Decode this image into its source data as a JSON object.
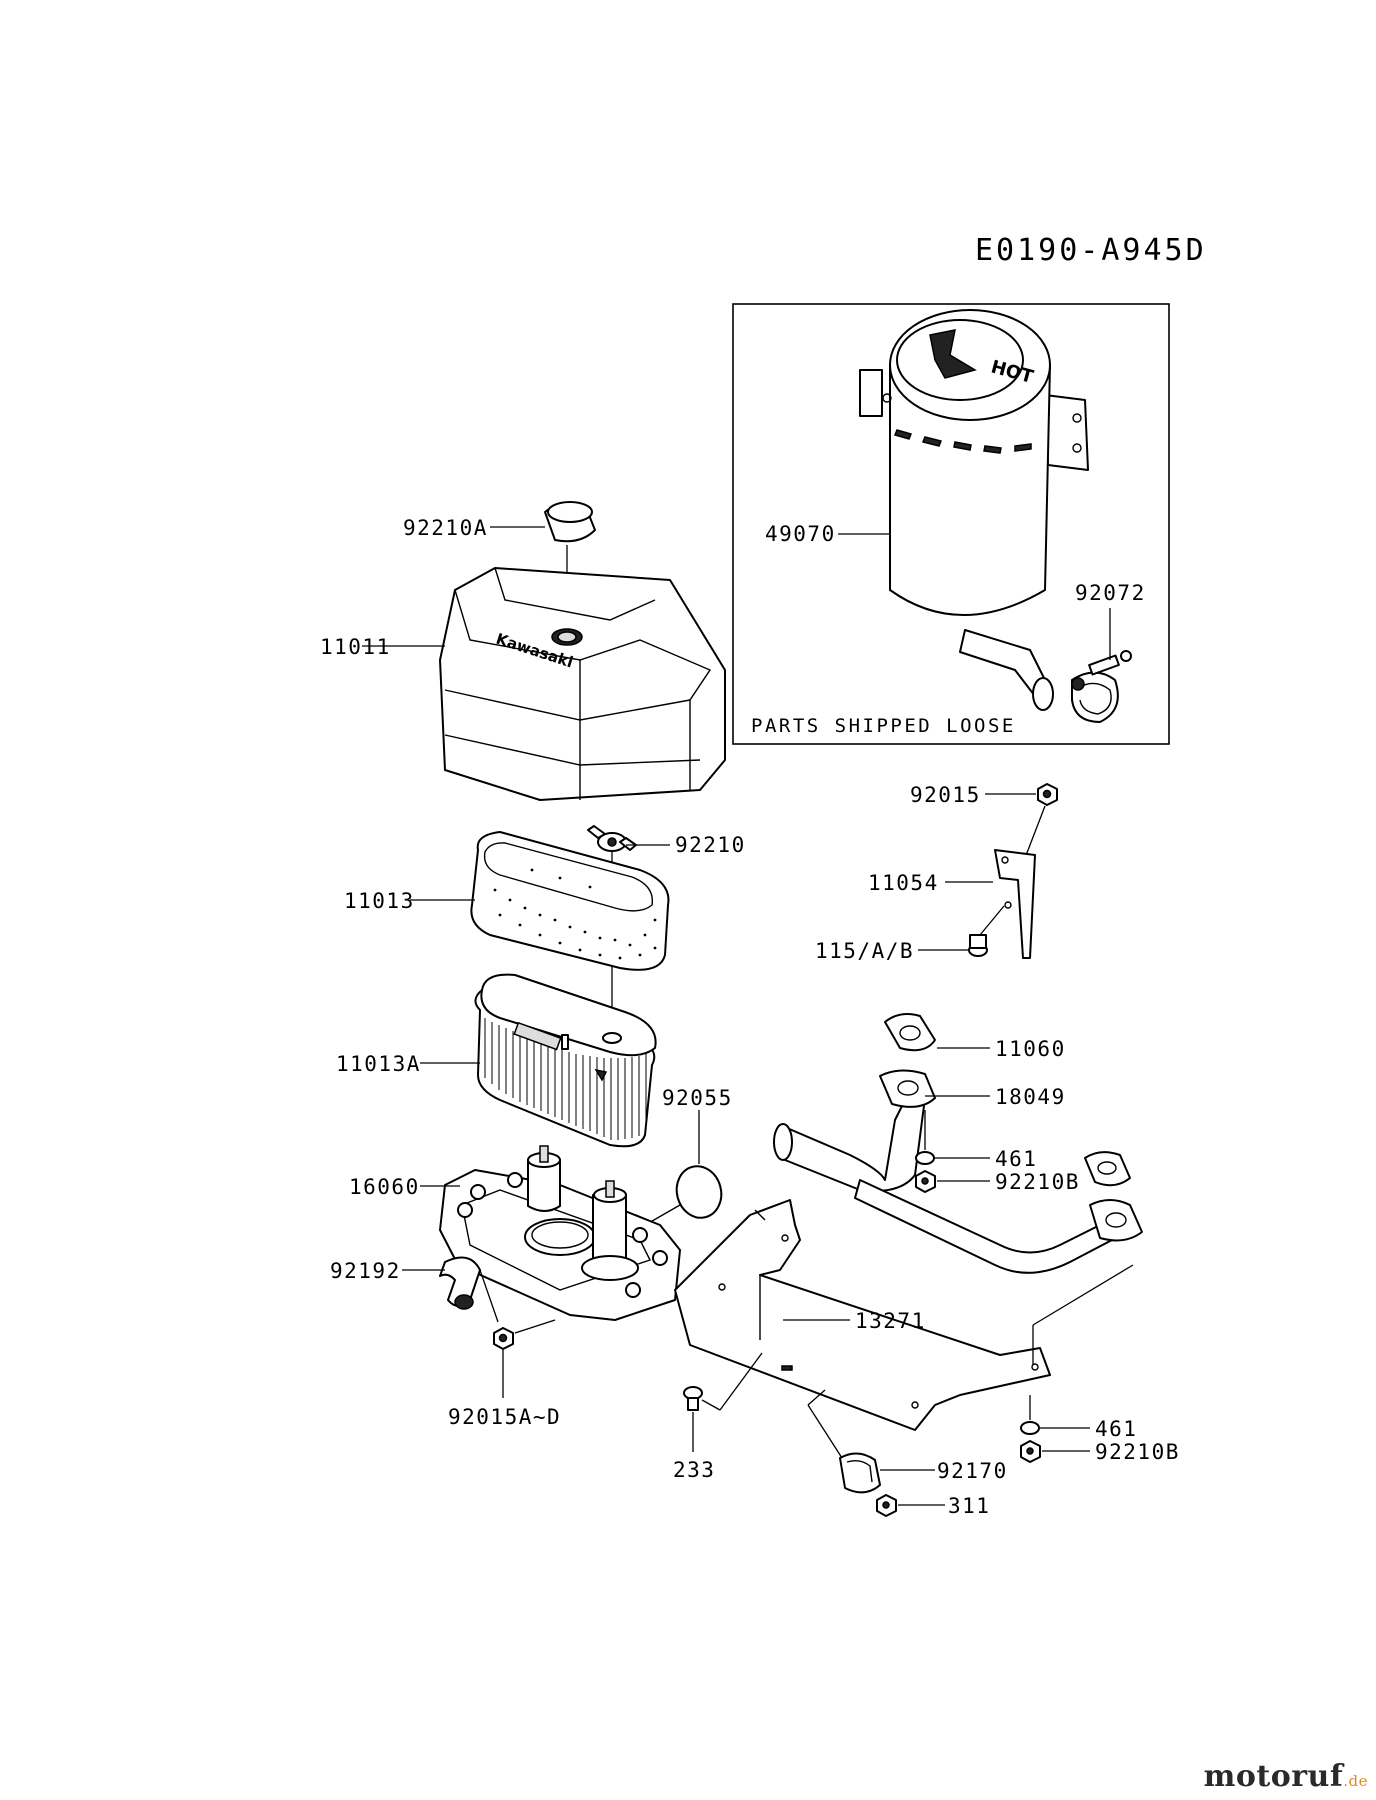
{
  "diagram_code": "E0190-A945D",
  "box_caption": "PARTS SHIPPED LOOSE",
  "labels": {
    "p92210A": "92210A",
    "p11011": "11011",
    "p92210": "92210",
    "p11013": "11013",
    "p11013A": "11013A",
    "p92055": "92055",
    "p16060": "16060",
    "p92192": "92192",
    "p92015AD": "92015A~D",
    "p49070": "49070",
    "p92072": "92072",
    "p92015": "92015",
    "p11054": "11054",
    "p115AB": "115/A/B",
    "p11060": "11060",
    "p18049": "18049",
    "p461a": "461",
    "p92210Ba": "92210B",
    "p13271": "13271",
    "p461b": "461",
    "p92210Bb": "92210B",
    "p233": "233",
    "p92170": "92170",
    "p311": "311"
  },
  "muffler_text": "HOT",
  "cover_brand": "Kawasaki",
  "watermark": {
    "name": "motoruf",
    "tld": ".de"
  }
}
